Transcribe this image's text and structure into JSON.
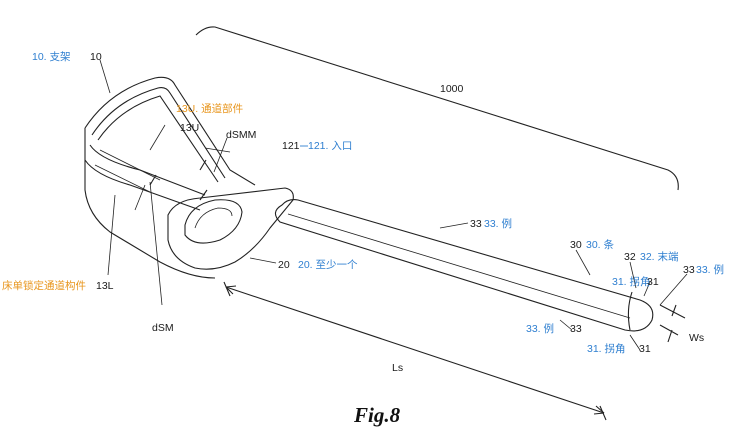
{
  "figure": {
    "caption": "Fig.8"
  },
  "labels": {
    "l1000": "1000",
    "l10_cn": "10. 支架",
    "l10_num": "10",
    "l13U_cn": "13U. 通道部件",
    "l13U_num": "13U",
    "l13L_cn": "床单锁定通道构件",
    "l13L_num": "13L",
    "dSMM": "dSMM",
    "dSM": "dSM",
    "l121_num": "121",
    "l121_cn": "121. 入口",
    "l20_num": "20",
    "l20_cn": "20. 至少一个",
    "l33a_num": "33",
    "l33a_cn": "33. 例",
    "l30_num": "30",
    "l30_cn": "30. 条",
    "l32_num": "32",
    "l32_cn": "32. 末端",
    "l31a_cn": "31. 拐角",
    "l31a_num": "31",
    "l33b_num": "33",
    "l33b_cn": "33. 例",
    "l33c_cn": "33. 例",
    "l33c_num": "33",
    "l31b_cn": "31. 拐角",
    "l31b_num": "31",
    "Ls": "Ls",
    "Ws": "Ws"
  },
  "colors": {
    "blue_label": "#2f7fd0",
    "orange_label": "#e8961e",
    "line": "#222222"
  }
}
